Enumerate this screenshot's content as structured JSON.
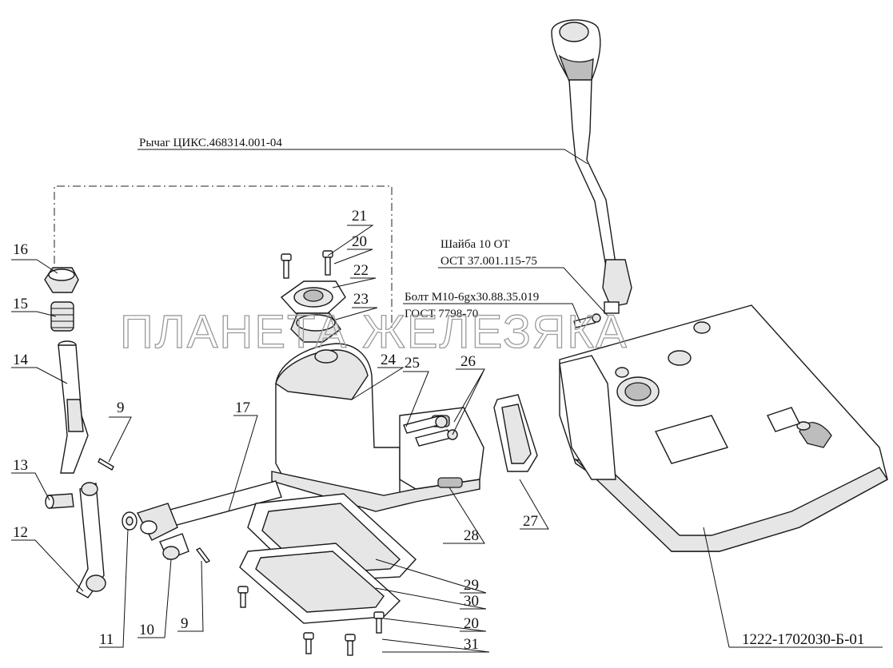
{
  "callouts": {
    "c16": "16",
    "c15": "15",
    "c14": "14",
    "c9a": "9",
    "c13": "13",
    "c12": "12",
    "c11": "11",
    "c10": "10",
    "c9b": "9",
    "c17": "17",
    "c21": "21",
    "c20a": "20",
    "c22": "22",
    "c23": "23",
    "c24": "24",
    "c25": "25",
    "c26": "26",
    "c27": "27",
    "c28": "28",
    "c29": "29",
    "c30": "30",
    "c20b": "20",
    "c31": "31"
  },
  "notes": {
    "lever": "Рычаг ЦИКС.468314.001-04",
    "washer_1": "Шайба 10 ОТ",
    "washer_2": "ОСТ 37.001.115-75",
    "bolt_1": "Болт М10-6gx30.88.35.019",
    "bolt_2": "ГОСТ 7798-70",
    "assembly": "1222-1702030-Б-01"
  },
  "watermark": "ПЛАНЕТА ЖЕЛЕЗЯКА"
}
